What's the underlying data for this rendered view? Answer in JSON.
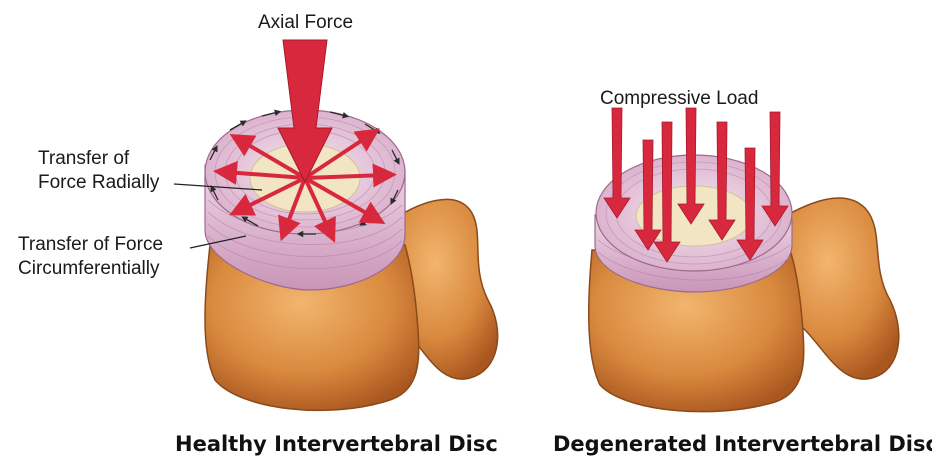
{
  "labels": {
    "axial_force": "Axial Force",
    "transfer_radial_line1": "Transfer of",
    "transfer_radial_line2": "Force Radially",
    "transfer_circ_line1": "Transfer of Force",
    "transfer_circ_line2": "Circumferentially",
    "compressive_load": "Compressive Load"
  },
  "captions": {
    "healthy": "Healthy Intervertebral Disc",
    "degenerated": "Degenerated Intervertebral Disc"
  },
  "colors": {
    "arrow_red": "#d8283e",
    "bone_orange": "#d98a3e",
    "bone_shadow": "#b9662a",
    "annulus_pink": "#e7c3d9",
    "annulus_line": "#b986a9",
    "nucleus_cream": "#f1e5c4"
  }
}
